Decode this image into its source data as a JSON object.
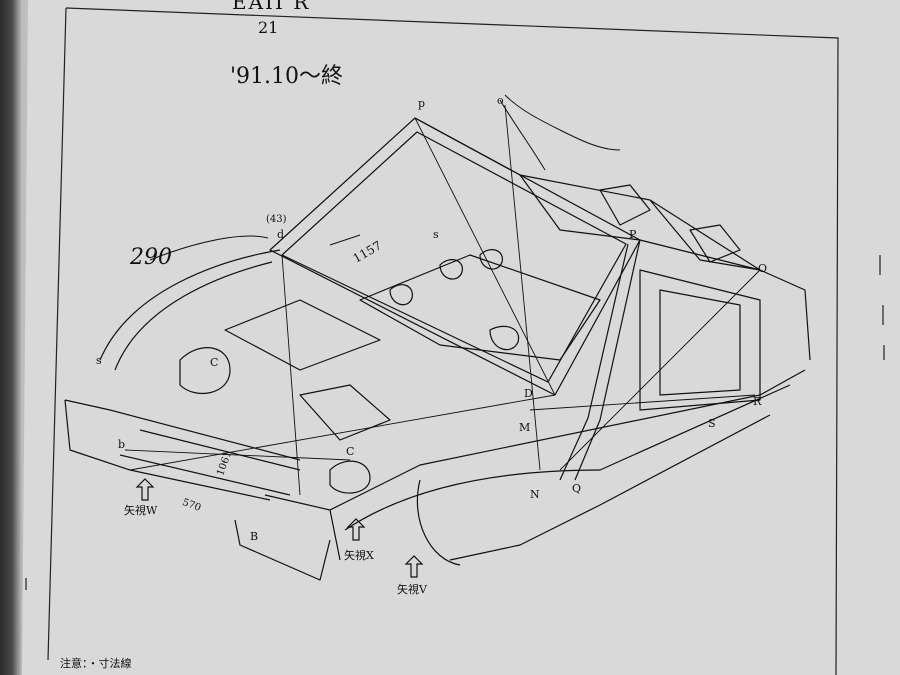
{
  "header": {
    "model_code": "EAII R",
    "page_number": "21",
    "handwritten_date": "'91.10～終"
  },
  "handwritten_dimensions": {
    "d1": "290",
    "d2": "(43)",
    "d3": "1157",
    "d4": "1061",
    "d5": "570"
  },
  "point_labels": {
    "p": "p",
    "o": "o",
    "d": "d",
    "s_upper": "s",
    "s_left": "s",
    "b": "b",
    "c_left": "C",
    "c_center": "C",
    "B": "B",
    "D": "D",
    "M": "M",
    "N": "N",
    "Q": "Q",
    "P": "P",
    "O": "O",
    "R": "R",
    "S": "S"
  },
  "view_labels": {
    "W": "矢視W",
    "X": "矢視X",
    "V": "矢視V"
  },
  "footer": {
    "note": "注意：・寸法線"
  }
}
